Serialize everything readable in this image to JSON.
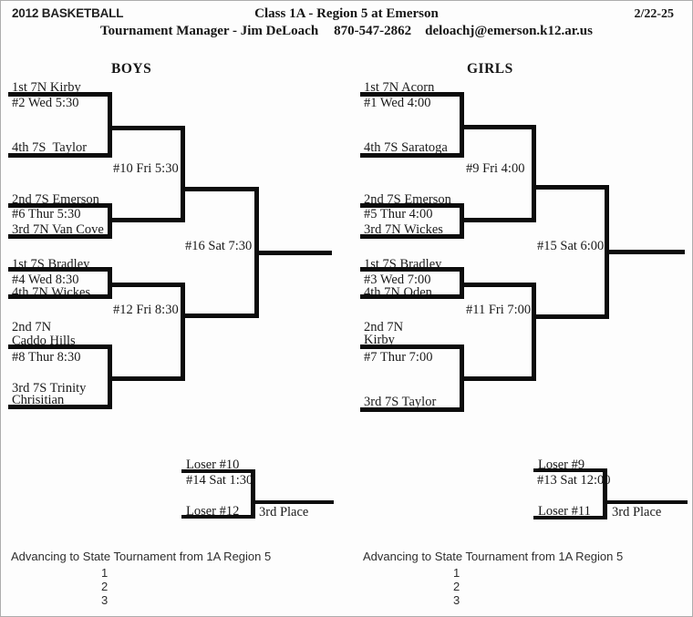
{
  "header": {
    "sport_title": "2012 BASKETBALL",
    "event_title": "Class 1A - Region 5 at Emerson",
    "dates": "2/22-25",
    "manager": "Tournament Manager - Jim DeLoach",
    "phone": "870-547-2862",
    "email": "deloachj@emerson.k12.ar.us"
  },
  "boys": {
    "title": "BOYS",
    "round1": {
      "g2_top_seed": "1st 7N Kirby",
      "g2_info": "#2 Wed 5:30",
      "g2_bottom_seed": "4th 7S  Taylor",
      "g6_top_seed": "2nd 7S Emerson",
      "g6_info": "#6 Thur 5:30",
      "g6_bottom_seed": "3rd 7N Van Cove",
      "g4_top_seed": "1st 7S Bradley",
      "g4_info": "#4 Wed 8:30",
      "g4_bottom_seed": "4th 7N Wickes",
      "g8_top_seed_line1": "2nd 7N",
      "g8_top_seed_line2": "Caddo Hills",
      "g8_info": "#8 Thur 8:30",
      "g8_bottom_seed_line1": "3rd 7S Trinity",
      "g8_bottom_seed_line2": "Chrisitian"
    },
    "semifinals": {
      "g10_info": "#10 Fri 5:30",
      "g12_info": "#12 Fri 8:30"
    },
    "final": {
      "g16_info": "#16 Sat 7:30"
    },
    "third_place": {
      "top_seed": "Loser #10",
      "info": "#14 Sat 1:30",
      "bottom_seed": "Loser #12",
      "label": "3rd Place"
    },
    "advancing": {
      "title": "Advancing to State Tournament from 1A Region 5",
      "slots": [
        "1",
        "2",
        "3"
      ]
    }
  },
  "girls": {
    "title": "GIRLS",
    "round1": {
      "g1_top_seed": "1st 7N Acorn",
      "g1_info": "#1 Wed 4:00",
      "g1_bottom_seed": "4th 7S Saratoga",
      "g5_top_seed": "2nd 7S Emerson",
      "g5_info": "#5 Thur 4:00",
      "g5_bottom_seed": "3rd 7N Wickes",
      "g3_top_seed": "1st 7S Bradley",
      "g3_info": "#3 Wed 7:00",
      "g3_bottom_seed": "4th 7N Oden",
      "g7_top_seed_line1": "2nd 7N",
      "g7_top_seed_line2": "Kirby",
      "g7_info": "#7 Thur 7:00",
      "g7_bottom_seed": "3rd 7S Taylor"
    },
    "semifinals": {
      "g9_info": "#9 Fri 4:00",
      "g11_info": "#11 Fri 7:00"
    },
    "final": {
      "g15_info": "#15 Sat 6:00"
    },
    "third_place": {
      "top_seed": "Loser #9",
      "info": "#13 Sat 12:00",
      "bottom_seed": "Loser #11",
      "label": "3rd Place"
    },
    "advancing": {
      "title": "Advancing to State Tournament from 1A Region 5",
      "slots": [
        "1",
        "2",
        "3"
      ]
    }
  }
}
